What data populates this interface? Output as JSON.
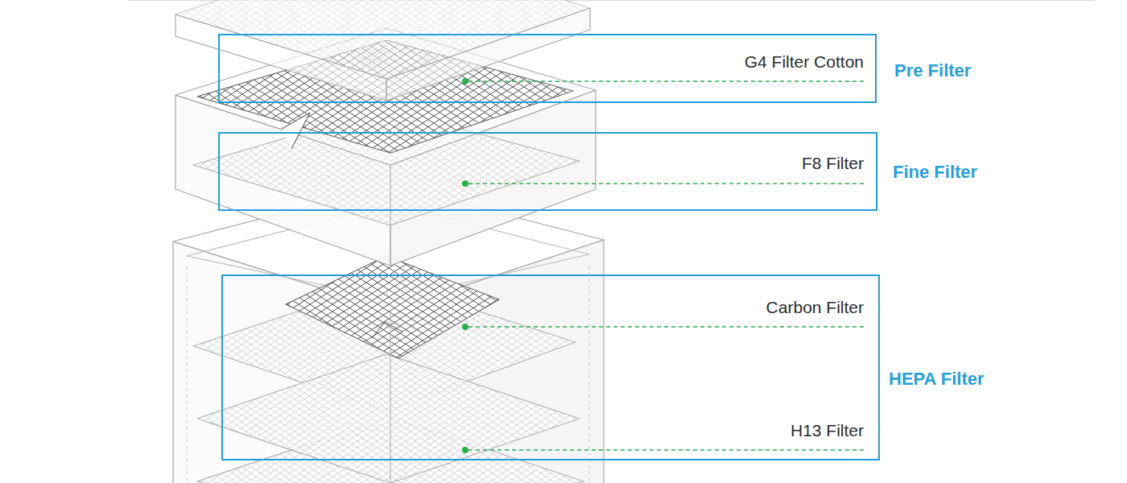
{
  "diagram": {
    "nodes": [
      {
        "text": [
          "G4 Filter Cotton",
          "Pre Filter"
        ]
      },
      {
        "text": [
          "F8 Filter",
          "Fine Filter"
        ]
      },
      {
        "text": [
          "Carbon Filter",
          "H13 Filter",
          "HEPA Filter"
        ]
      }
    ]
  }
}
